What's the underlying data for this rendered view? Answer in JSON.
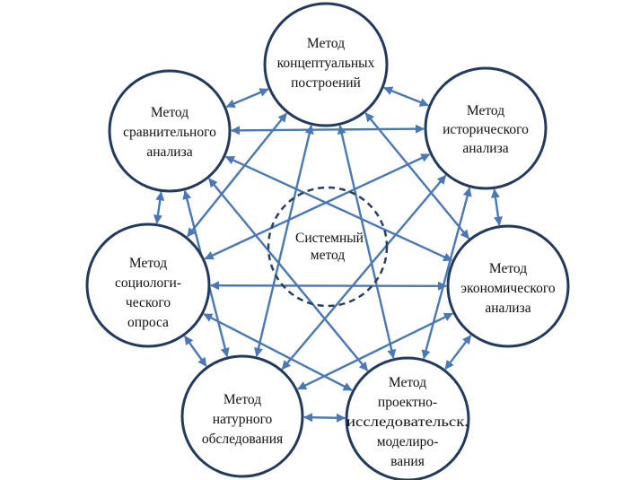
{
  "center": {
    "lines": [
      "Системный",
      "метод"
    ]
  },
  "nodes": [
    {
      "id": "conceptual",
      "lines": [
        "Метод",
        "концептуальных",
        "построений"
      ]
    },
    {
      "id": "historical",
      "lines": [
        "Метод",
        "исторического",
        "анализа"
      ]
    },
    {
      "id": "economic",
      "lines": [
        "Метод",
        "экономического",
        "анализа"
      ]
    },
    {
      "id": "design-research",
      "lines": [
        "Метод",
        "проектно-",
        "исследовательск.",
        "моделиро-",
        "вания"
      ]
    },
    {
      "id": "field-survey",
      "lines": [
        "Метод",
        "натурного",
        "обследования"
      ]
    },
    {
      "id": "sociological",
      "lines": [
        "Метод",
        "социологи-",
        "ческого",
        "опроса"
      ]
    },
    {
      "id": "comparative",
      "lines": [
        "Метод",
        "сравнительного",
        "анализа"
      ]
    }
  ],
  "colors": {
    "node_stroke": "#223a5e",
    "arrow": "#4a78b4",
    "center_stroke": "#2b3f5f"
  }
}
